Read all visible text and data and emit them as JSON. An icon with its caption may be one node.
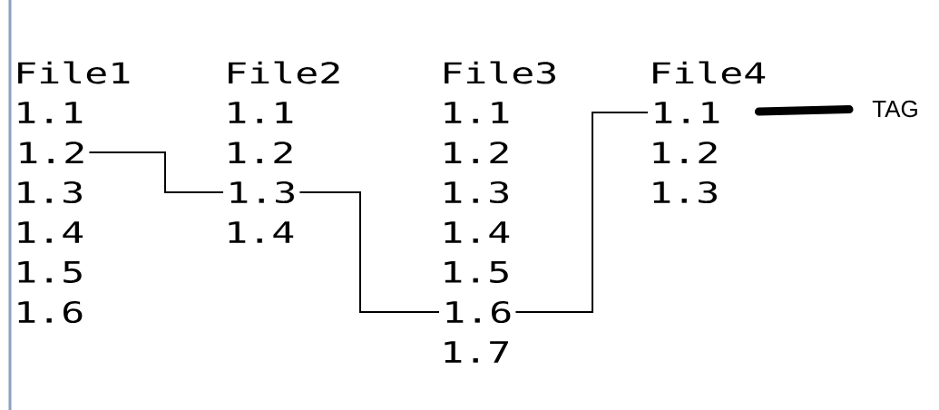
{
  "diagram": {
    "nodes": [
      {
        "text": [
          "1.2"
        ]
      },
      {
        "text": [
          "1.3"
        ]
      },
      {
        "text": [
          "1.6"
        ]
      },
      {
        "text": [
          "1.1"
        ]
      },
      {
        "text": [
          "TAG"
        ]
      }
    ],
    "edges": [
      {
        "from": 0,
        "to": 1,
        "arrow": "none"
      },
      {
        "from": 1,
        "to": 2,
        "arrow": "none"
      },
      {
        "from": 2,
        "to": 3,
        "arrow": "none"
      },
      {
        "from": 3,
        "to": 4,
        "arrow": "none",
        "style": "thick"
      }
    ],
    "labels": [
      "File1",
      "File2",
      "File3",
      "File4",
      "1.1",
      "1.1",
      "1.1",
      "1.2",
      "1.2",
      "1.2",
      "1.3",
      "1.3",
      "1.3",
      "1.4",
      "1.4",
      "1.4",
      "1.5",
      "1.5",
      "1.6",
      "1.7"
    ]
  }
}
